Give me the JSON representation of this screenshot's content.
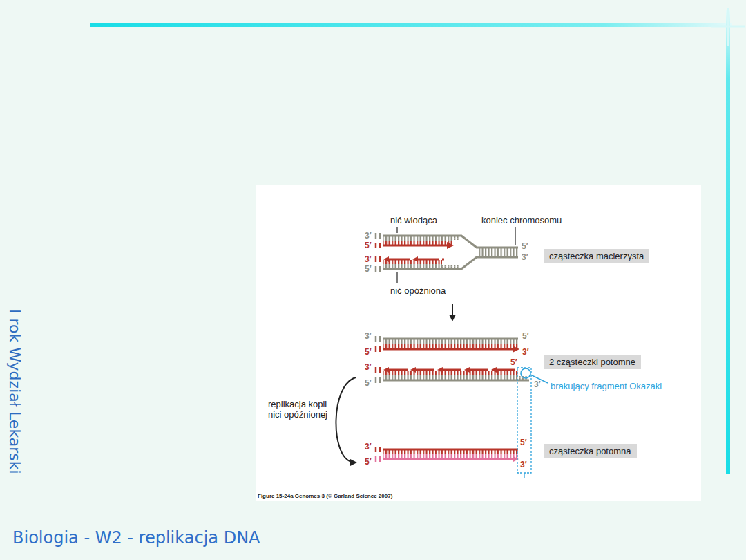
{
  "diagram": {
    "nodes": [
      {
        "text": [
          "cząsteczka macierzysta"
        ]
      },
      {
        "text": [
          "2 cząsteczki potomne"
        ]
      },
      {
        "text": [
          "cząsteczka potomna"
        ]
      }
    ],
    "labels": [
      "nić wiodąca",
      "koniec chromosomu",
      "3′",
      "5′",
      "3′",
      "5′",
      "5′",
      "3′",
      "nić opóźniona",
      "3′",
      "5′",
      "5′",
      "3′",
      "3′",
      "5′",
      "5′",
      "3′",
      "brakujący fragment Okazaki",
      "replikacja kopii nici opóźnionej",
      "3′",
      "5′",
      "5′",
      "3′",
      "Figure 15-24a Genomes 3 (© Garland Science 2007)",
      "I rok Wydział Lekarski",
      "Biologia - W2 - replikacja DNA"
    ]
  }
}
